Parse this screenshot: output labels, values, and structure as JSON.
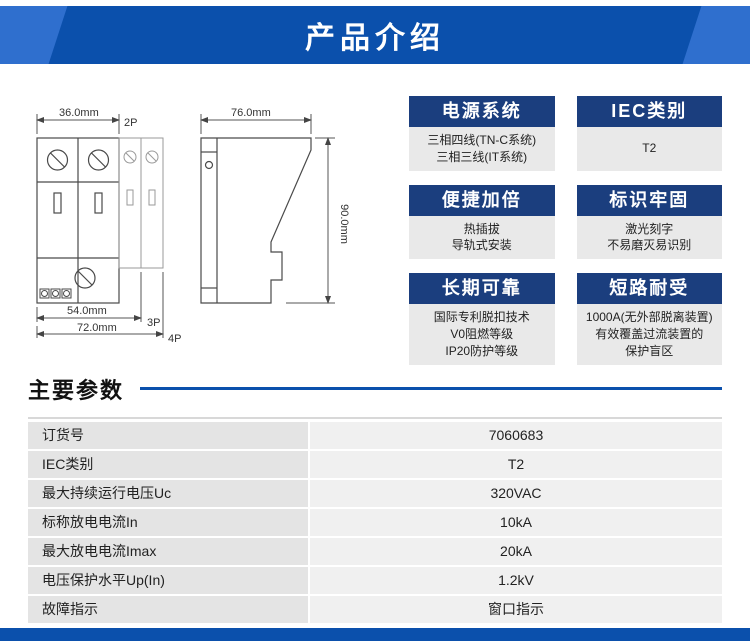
{
  "banner": {
    "title": "产品介绍"
  },
  "diagram": {
    "front": {
      "width_2p": "36.0mm",
      "label_2p": "2P",
      "width_3p": "54.0mm",
      "label_3p": "3P",
      "width_4p": "72.0mm",
      "label_4p": "4P"
    },
    "side": {
      "width": "76.0mm",
      "height": "90.0mm"
    }
  },
  "features": [
    {
      "title": "电源系统",
      "lines": [
        "三相四线(TN-C系统)",
        "三相三线(IT系统)"
      ]
    },
    {
      "title": "IEC类别",
      "lines": [
        "T2"
      ]
    },
    {
      "title": "便捷加倍",
      "lines": [
        "热插拔",
        "导轨式安装"
      ]
    },
    {
      "title": "标识牢固",
      "lines": [
        "激光刻字",
        "不易磨灭易识别"
      ]
    },
    {
      "title": "长期可靠",
      "lines": [
        "国际专利脱扣技术",
        "V0阻燃等级",
        "IP20防护等级"
      ]
    },
    {
      "title": "短路耐受",
      "lines": [
        "1000A(无外部脱离装置)",
        "有效覆盖过流装置的",
        "保护盲区"
      ]
    }
  ],
  "params": {
    "section_title": "主要参数",
    "rows": [
      {
        "label": "订货号",
        "value": "7060683"
      },
      {
        "label": "IEC类别",
        "value": "T2"
      },
      {
        "label": "最大持续运行电压Uc",
        "value": "320VAC"
      },
      {
        "label": "标称放电电流In",
        "value": "10kA"
      },
      {
        "label": "最大放电电流Imax",
        "value": "20kA"
      },
      {
        "label": "电压保护水平Up(In)",
        "value": "1.2kV"
      },
      {
        "label": "故障指示",
        "value": "窗口指示"
      }
    ]
  }
}
